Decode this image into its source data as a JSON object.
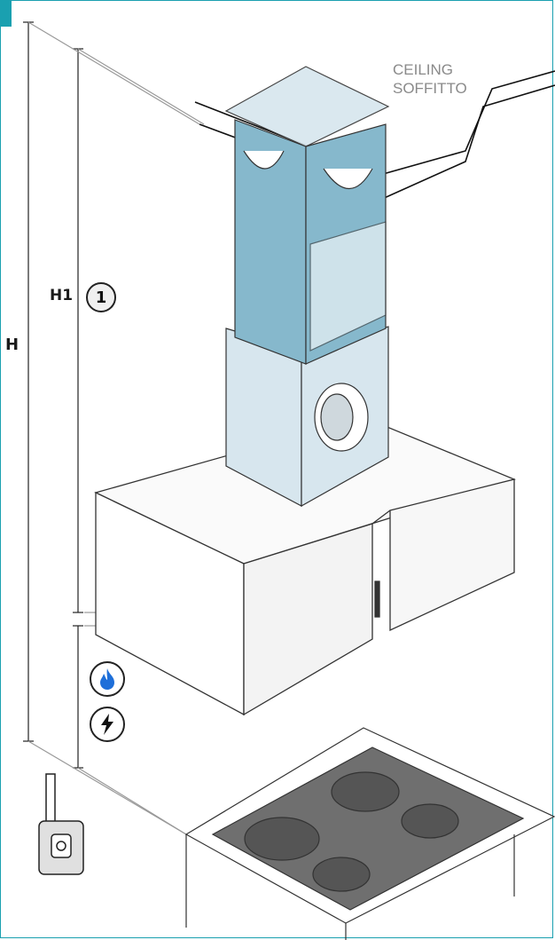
{
  "labels": {
    "h": "H",
    "h1": "H1",
    "callout": "1",
    "ceiling_en": "CEILING",
    "ceiling_it": "SOFFITTO"
  },
  "icons": {
    "gas": "gas-flame-icon",
    "electric": "electric-lightning-icon",
    "tape": "tape-measure-icon"
  },
  "colors": {
    "frame": "#1aa0b0",
    "duct_blue": "#86b8cc",
    "panel_light": "#d7e6ee",
    "gas_blue": "#1e6fd9"
  }
}
